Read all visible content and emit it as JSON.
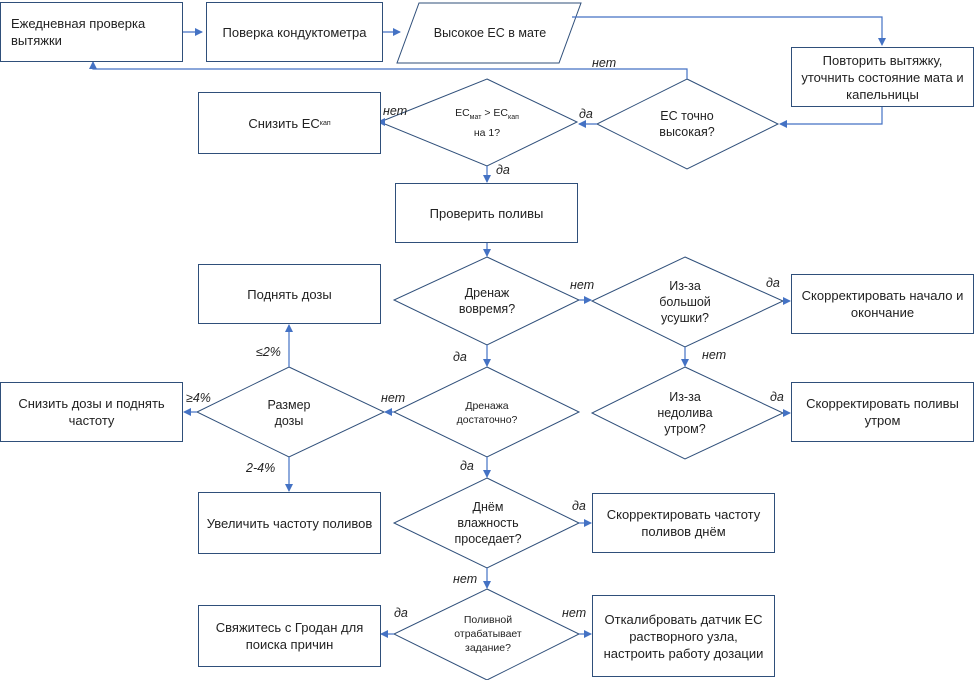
{
  "nodes": {
    "daily_check": "Ежедневная проверка вытяжки",
    "calibrate_meter": "Поверка кондуктометра",
    "high_ec": "Высокое ЕС в мате",
    "repeat_extraction": "Повторить вытяжку, уточнить состояние мата и капельницы",
    "ec_really_high": "ЕС точно высокая?",
    "ec_compare_prefix": "ЕС",
    "ec_compare_sub1": "мат",
    "ec_compare_mid": " > ЕС",
    "ec_compare_sub2": "кап",
    "ec_compare_suffix": "на 1?",
    "lower_ec_prefix": "Снизить ЕС",
    "lower_ec_sub": "кап",
    "check_irrigation": "Проверить поливы",
    "drain_on_time": "Дренаж вовремя?",
    "big_shrink": "Из-за большой усушки?",
    "adjust_start_end": "Скорректировать начало и окончание",
    "under_watering": "Из-за недолива утром?",
    "adjust_morning": "Скорректировать поливы утром",
    "raise_doses": "Поднять дозы",
    "dose_size": "Размер дозы",
    "lower_doses_raise_freq": "Снизить дозы и поднять частоту",
    "increase_frequency": "Увеличить частоту поливов",
    "drain_enough": "Дренажа достаточно?",
    "humidity_drops": "Днём влажность проседает?",
    "adjust_day_freq": "Скорректировать частоту поливов днём",
    "irrigator_works": "Поливной отрабатывает задание?",
    "contact_grodan": "Свяжитесь с Гродан для поиска причин",
    "calibrate_sensor": "Откалибровать датчик ЕС растворного узла, настроить работу дозации"
  },
  "labels": {
    "no": "нет",
    "yes": "да",
    "le2": "≤2%",
    "ge4": "≥4%",
    "range24": "2-4%"
  },
  "colors": {
    "line": "#4472c4",
    "border": "#2f4f7a"
  }
}
